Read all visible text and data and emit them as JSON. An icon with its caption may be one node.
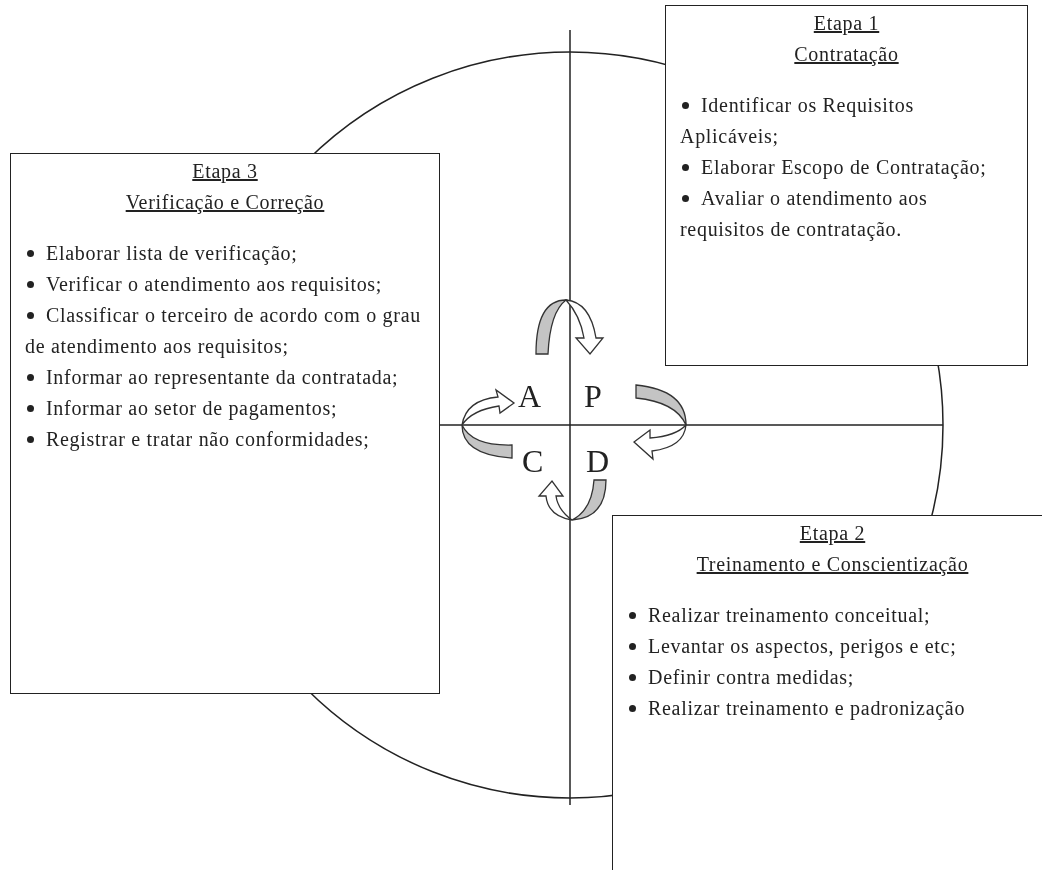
{
  "diagram": {
    "nodes": [
      {
        "text": [
          "Etapa 1",
          "Contratação",
          "Identificar os Requisitos Aplicáveis;",
          "Elaborar Escopo de Contratação;",
          "Avaliar o atendimento aos requisitos de contratação."
        ]
      },
      {
        "text": [
          "Etapa 3",
          "Verificação e Correção",
          "Elaborar lista de verificação;",
          "Verificar o atendimento aos requisitos;",
          "Classificar o terceiro de acordo com o grau de atendimento aos requisitos;",
          "Informar ao representante da contratada;",
          "Informar ao setor de pagamentos;",
          "Registrar e tratar não conformidades;"
        ]
      },
      {
        "text": [
          "Etapa 2",
          "Treinamento e Conscientização",
          "Realizar treinamento conceitual;",
          "Levantar os aspectos, perigos e etc;",
          "Definir contra medidas;",
          "Realizar treinamento e padronização"
        ]
      }
    ],
    "labels": [
      "A",
      "P",
      "C",
      "D"
    ]
  }
}
